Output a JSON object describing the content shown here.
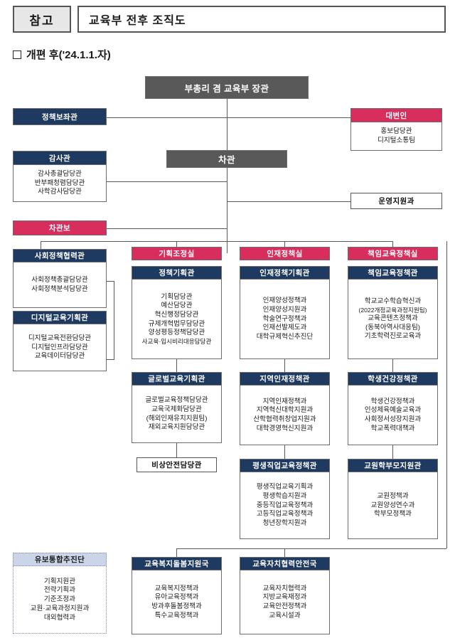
{
  "header": {
    "tag": "참고",
    "title": "교육부 전후 조직도",
    "section": "개편 후('24.1.1.자)"
  },
  "chart_data": {
    "type": "diagram",
    "title": "교육부 전후 조직도",
    "subtitle": "개편 후('24.1.1.자)"
  },
  "nodes": {
    "minister": {
      "title": "부총리 겸 교육부 장관",
      "items": []
    },
    "viceminister": {
      "title": "차관",
      "items": []
    },
    "policy_aide": {
      "title": "정책보좌관",
      "items": []
    },
    "spokesperson": {
      "title": "대변인",
      "items": [
        "홍보담당관",
        "디지털소통팀"
      ]
    },
    "audit": {
      "title": "감사관",
      "items": [
        "감사총괄담당관",
        "반부패청렴담당관",
        "사학감사담당관"
      ]
    },
    "operation": {
      "title": "운영지원과",
      "items": []
    },
    "deputy": {
      "title": "차관보",
      "items": []
    },
    "social": {
      "title": "사회정책협력관",
      "items": [
        "사회정책총괄담당관",
        "사회정책분석담당관"
      ]
    },
    "digital": {
      "title": "디지털교육기획관",
      "items": [
        "디지털교육전환담당관",
        "디지털인프라담당관",
        "교육데이터담당관"
      ]
    },
    "planning_office": {
      "title": "기획조정실",
      "items": []
    },
    "policy_plan": {
      "title": "정책기획관",
      "items": [
        "기획담당관",
        "예산담당관",
        "혁신행정담당관",
        "규제개혁법무담당관",
        "양성평등정책담당관",
        "사교육·입시비리대응담당관"
      ]
    },
    "global_plan": {
      "title": "글로벌교육기획관",
      "items": [
        "글로벌교육정책담당관",
        "교육국제화담당관",
        "(해외인재유치지원팀)",
        "재외교육지원담당관"
      ]
    },
    "emergency": {
      "title": "비상안전담당관",
      "items": []
    },
    "talent_office": {
      "title": "인재정책실",
      "items": []
    },
    "talent_plan": {
      "title": "인재정책기획관",
      "items": [
        "인재양성정책과",
        "인재양성지원과",
        "학술연구정책과",
        "인재선발제도과",
        "대학규제혁신추진단"
      ]
    },
    "regional": {
      "title": "지역인재정책관",
      "items": [
        "지역인재정책과",
        "지역혁신대학지원과",
        "산학협력취창업지원과",
        "대학경영혁신지원과"
      ]
    },
    "lifelong": {
      "title": "평생직업교육정책관",
      "items": [
        "평생직업교육기획과",
        "평생학습지원과",
        "중등직업교육정책과",
        "고등직업교육정책과",
        "청년장학지원과"
      ]
    },
    "resp_office": {
      "title": "책임교육정책실",
      "items": []
    },
    "resp_policy": {
      "title": "책임교육정책관",
      "items": [
        "학교교수학습혁신과",
        "(2022개정교육과정지원팀)",
        "교육콘텐츠정책과",
        "(동북아역사대응팀)",
        "기초학력진로교육과"
      ]
    },
    "health": {
      "title": "학생건강정책관",
      "items": [
        "학생건강정책과",
        "인성체육예술교육과",
        "사회정서성장지원과",
        "학교폭력대책과"
      ]
    },
    "teacher": {
      "title": "교원학부모지원관",
      "items": [
        "교원정책과",
        "교원양성연수과",
        "학부모정책과"
      ]
    },
    "yubo": {
      "title": "유보통합추진단",
      "items": [
        "기획지원관",
        "전략기획과",
        "기준조정과",
        "교원·교육과정지원과",
        "대외협력과"
      ]
    },
    "welfare": {
      "title": "교육복지돌봄지원국",
      "items": [
        "교육복지정책과",
        "유아교육정책과",
        "방과후돌봄정책과",
        "특수교육정책과"
      ]
    },
    "autonomy": {
      "title": "교육자치협력안전국",
      "items": [
        "교육자치협력과",
        "지방교육재정과",
        "교육안전정책과",
        "교육시설과"
      ]
    }
  },
  "colors": {
    "navy": "#1e3a61",
    "pink": "#d72e5e",
    "grey": "#595959",
    "lavender": "#ccd5e8",
    "line": "#5a5a5a"
  }
}
